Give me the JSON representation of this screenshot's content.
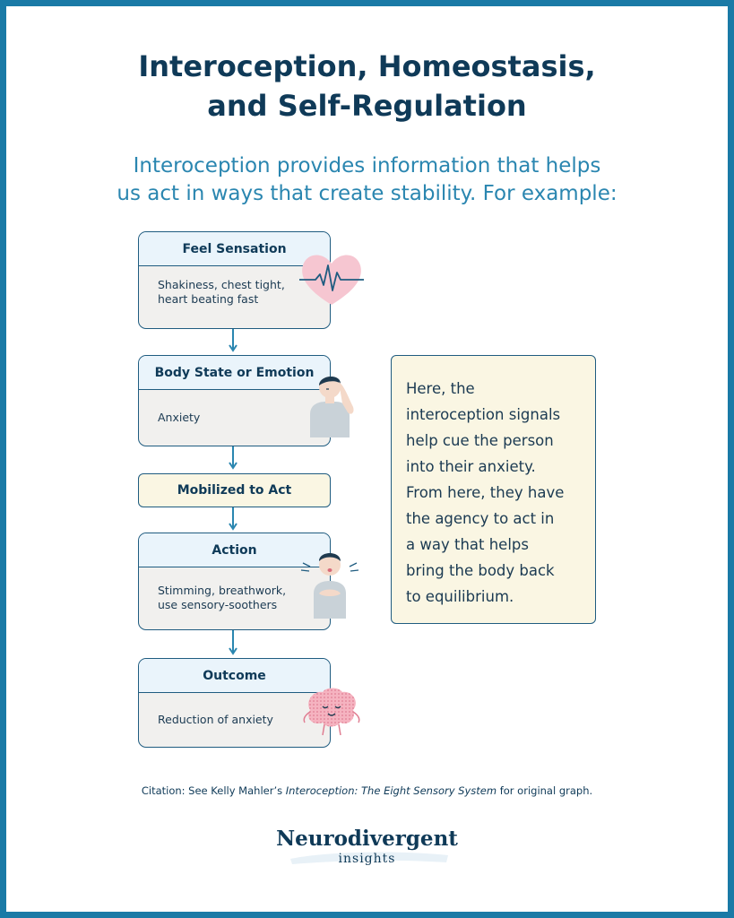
{
  "title": {
    "line1": "Interoception, Homeostasis,",
    "line2": "and Self-Regulation"
  },
  "subtitle": {
    "line1": "Interoception provides information that helps",
    "line2": "us act in ways that create stability. For example:"
  },
  "steps": [
    {
      "heading": "Feel Sensation",
      "body_line1": "Shakiness, chest tight,",
      "body_line2": "heart beating fast"
    },
    {
      "heading": "Body State or Emotion",
      "body_line1": "Anxiety",
      "body_line2": ""
    },
    {
      "heading": "Action",
      "body_line1": "Stimming, breathwork,",
      "body_line2": "use sensory-soothers"
    },
    {
      "heading": "Outcome",
      "body_line1": "Reduction of anxiety",
      "body_line2": ""
    }
  ],
  "mobilized": "Mobilized to Act",
  "note": {
    "lines": [
      "Here, the",
      "interoception signals",
      "help cue the person",
      "into their anxiety.",
      "From here, they have",
      "the agency to act in",
      "a way that helps",
      "bring the body back",
      "to equilibrium."
    ]
  },
  "citation": {
    "prefix": "Citation: See Kelly Mahler’s ",
    "book": "Interoception: The Eight Sensory System",
    "suffix": " for original graph."
  },
  "logo": {
    "main": "Neurodivergent",
    "sub": "insights"
  },
  "colors": {
    "frame": "#1a7aa6",
    "title": "#0f3a58",
    "subtitle": "#2a86b0",
    "heart": "#f6c6d1",
    "brain": "#f5b3c0",
    "note_bg": "#faf6e3"
  },
  "icons": [
    "heart-rate-icon",
    "stressed-person-icon",
    "breathing-person-icon",
    "happy-brain-icon"
  ]
}
